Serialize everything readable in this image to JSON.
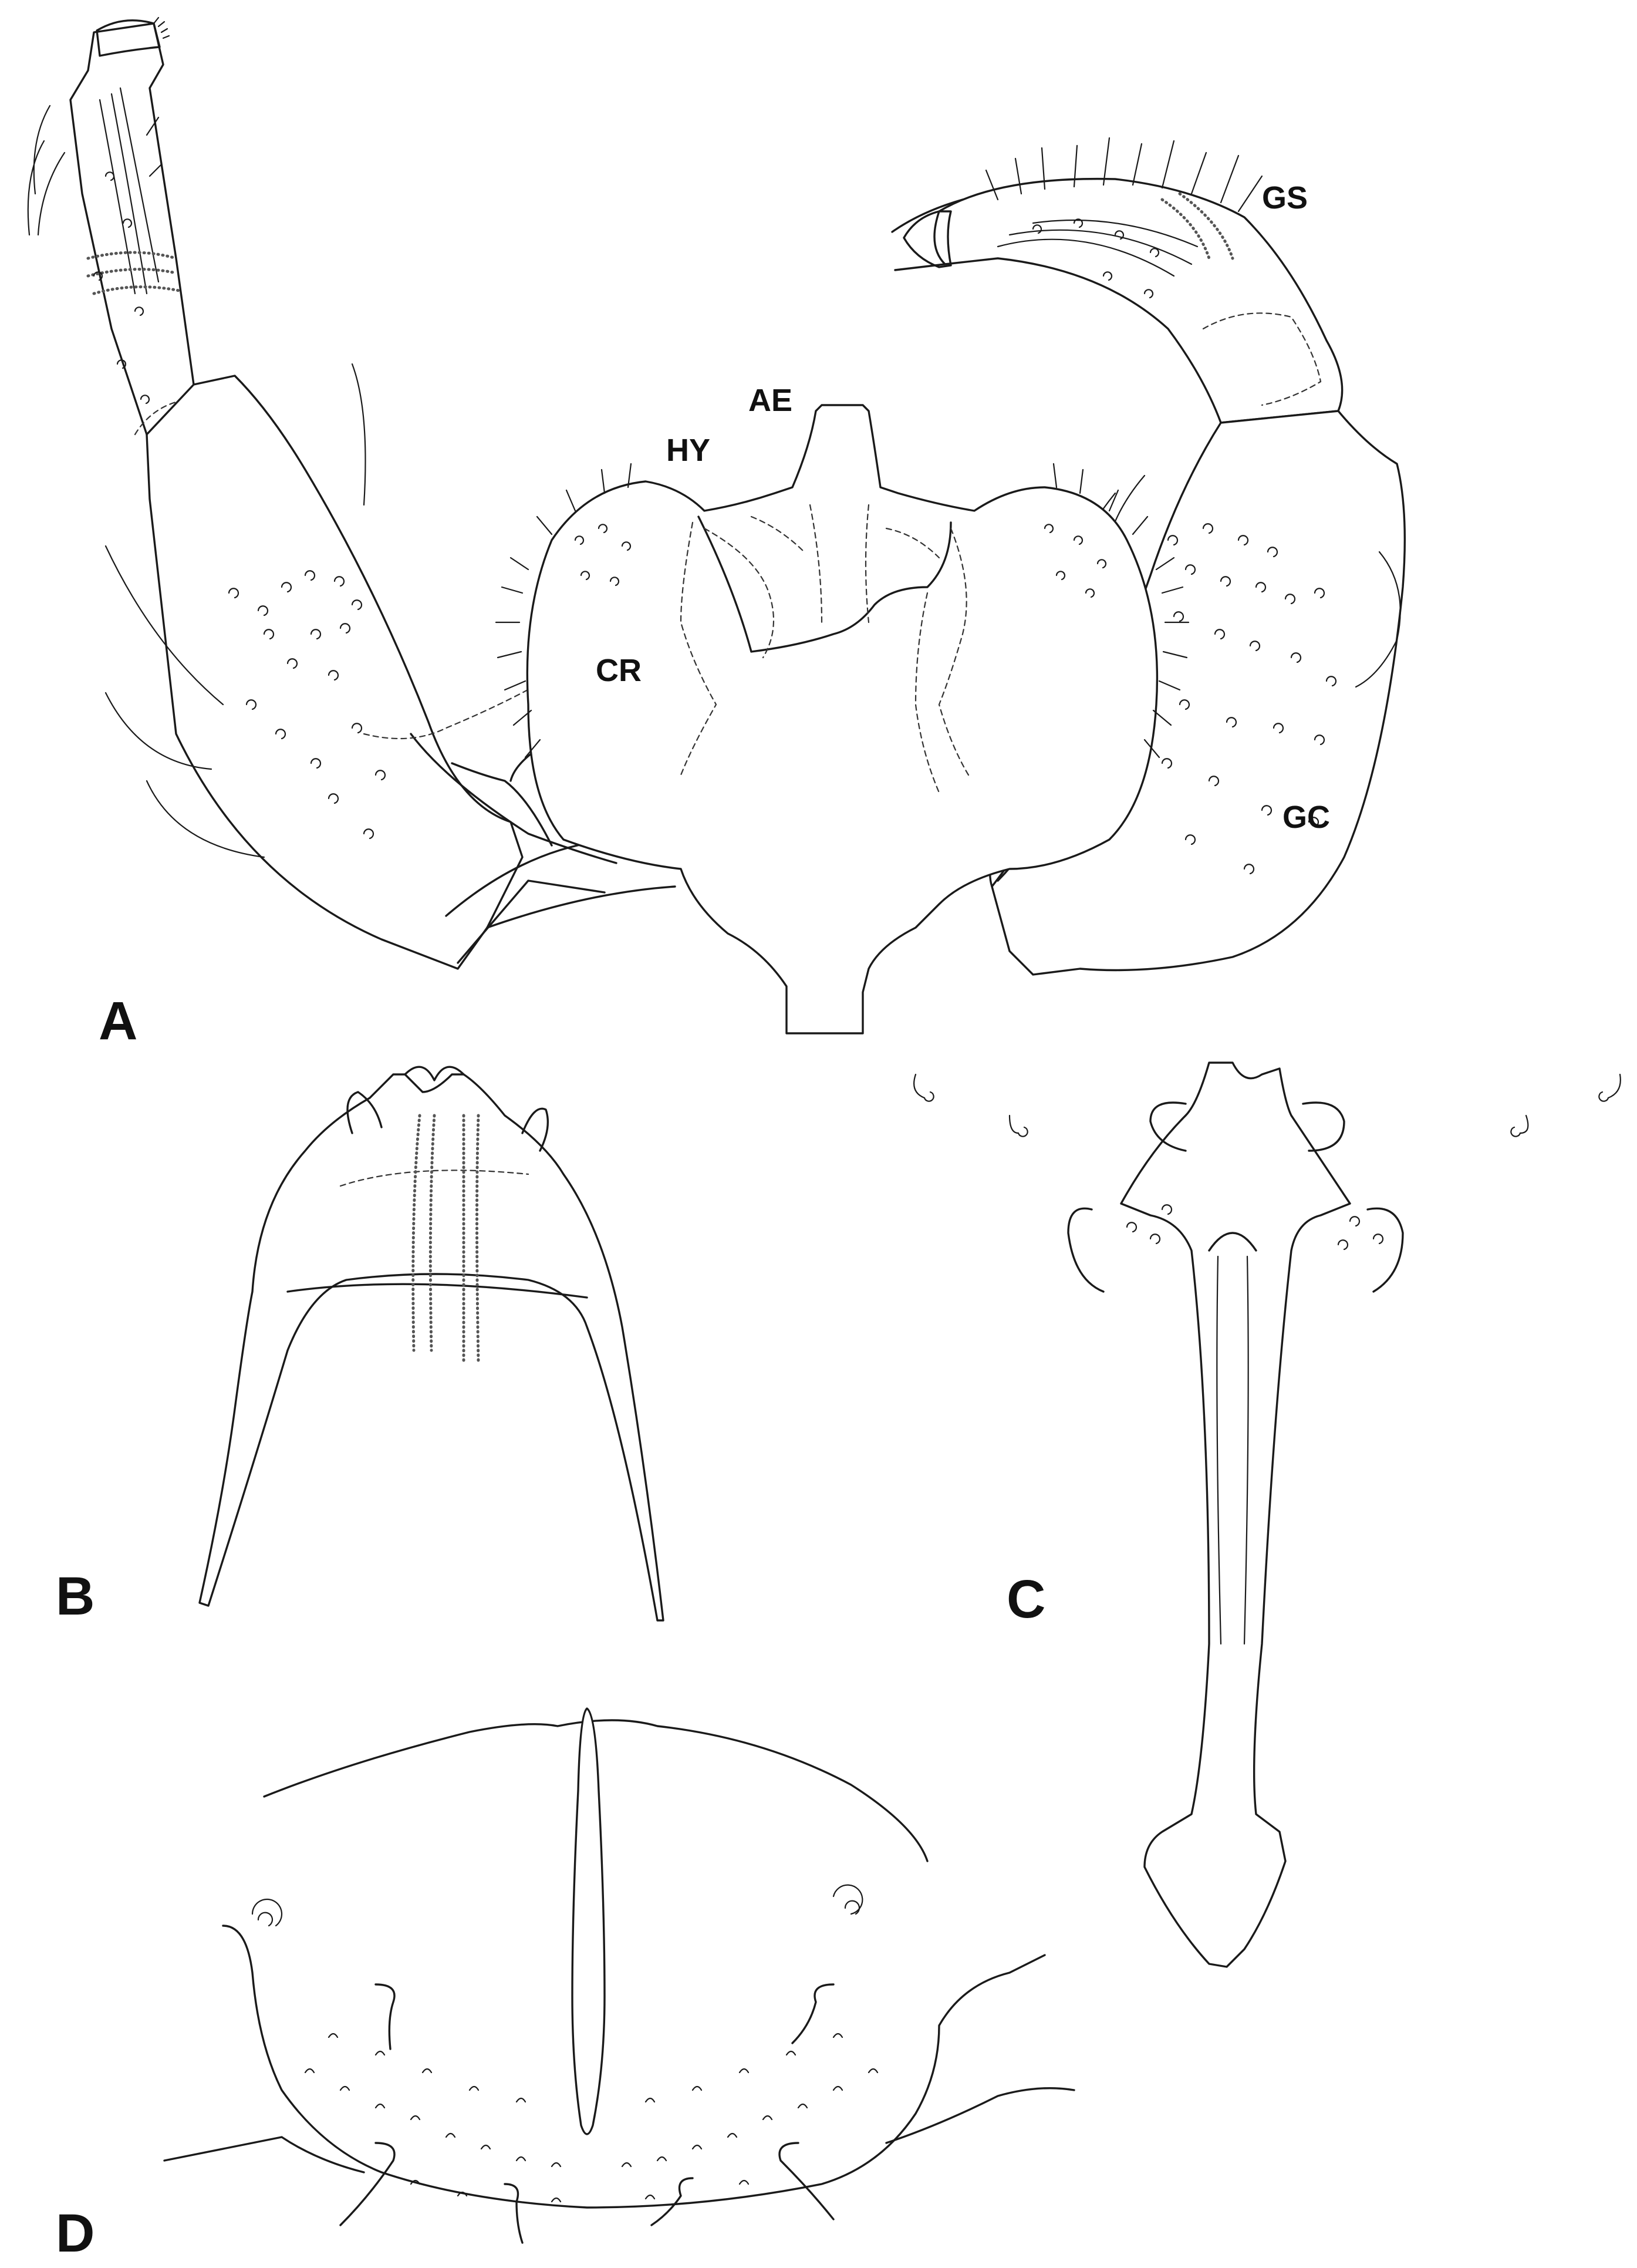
{
  "figure": {
    "panels": [
      {
        "id": "A"
      },
      {
        "id": "B"
      },
      {
        "id": "C"
      },
      {
        "id": "D"
      }
    ],
    "labels": {
      "GS": "GS",
      "AE": "AE",
      "HY": "HY",
      "CR": "CR",
      "GC": "GC"
    }
  }
}
